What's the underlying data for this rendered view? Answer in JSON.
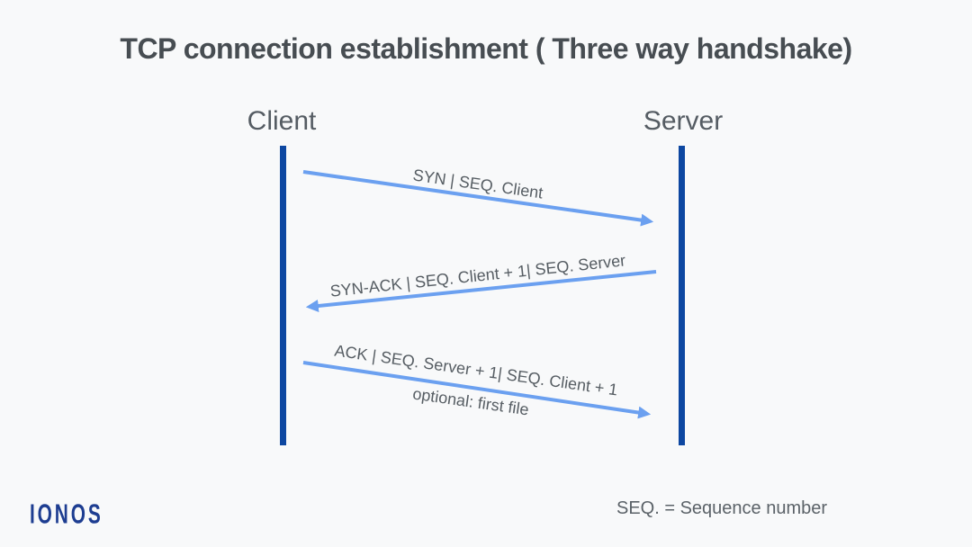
{
  "title": "TCP connection establishment ( Three way handshake)",
  "diagram": {
    "actors": [
      {
        "label": "Client"
      },
      {
        "label": "Server"
      }
    ],
    "messages": [
      {
        "label": "SYN | SEQ. Client",
        "direction": "client-to-server"
      },
      {
        "label": "SYN-ACK | SEQ. Client + 1| SEQ. Server",
        "direction": "server-to-client"
      },
      {
        "label": "ACK | SEQ. Server + 1| SEQ. Client + 1",
        "note": "optional: first file",
        "direction": "client-to-server"
      }
    ]
  },
  "footer": {
    "logo_text": "IONOS",
    "legend": "SEQ. = Sequence number"
  },
  "colors": {
    "background": "#f8f9fa",
    "title": "#474d52",
    "actor_label": "#555c63",
    "lifeline": "#0d47a1",
    "arrow": "#6ba0f0",
    "message_label": "#565d63",
    "logo": "#1d3d91"
  }
}
